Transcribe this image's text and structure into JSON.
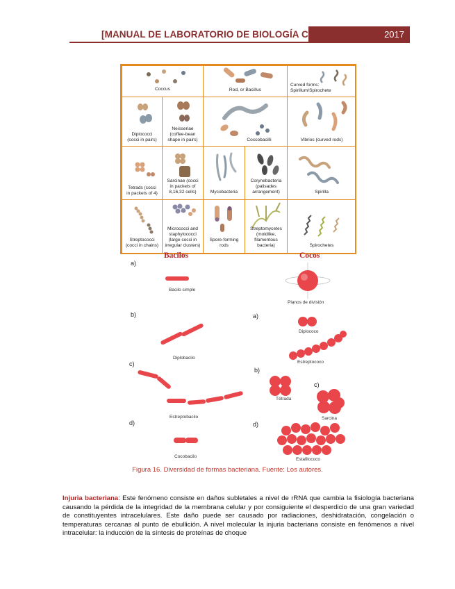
{
  "header": {
    "title": "[MANUAL DE LABORATORIO DE BIOLOGÍA CELULAR]",
    "year": "2017"
  },
  "grid": {
    "coccus": "Coccus",
    "rod": "Rod, or Bacillus",
    "curved_1": "Curved forms:",
    "curved_2": "Spirillum/Spirochete",
    "diplococci_1": "Diplococci",
    "diplococci_2": "(cocci in pairs)",
    "neisseriae_1": "Neisseriae",
    "neisseriae_2": "(coffee-bean",
    "neisseriae_3": "shape in pairs)",
    "coccobacilli": "Coccobacilli",
    "vibrios": "Vibrios (curved rods)",
    "tetrads_1": "Tetrads (cocci",
    "tetrads_2": "in packets of 4)",
    "sarcinae_1": "Sarcinae (cocci",
    "sarcinae_2": "in packets of",
    "sarcinae_3": "8,16,32 cells)",
    "mycobacteria": "Mycobacteria",
    "coryne_1": "Corynebacteria",
    "coryne_2": "(palisades",
    "coryne_3": "arrangement)",
    "spirilla": "Spirilla",
    "strepto_1": "Streptococci",
    "strepto_2": "(cocci in chains)",
    "micro_1": "Micrococci and",
    "micro_2": "staphylococci",
    "micro_3": "(large cocci in",
    "micro_4": "irregular clusters)",
    "spore_1": "Spore-forming",
    "spore_2": "rods",
    "streptomyces_1": "Streptomycetes",
    "streptomyces_2": "(moldlike,",
    "streptomyces_3": "filamentous",
    "streptomyces_4": "bacteria)",
    "spirochetes": "Spirochetes"
  },
  "bacilos": {
    "title": "Bacilos",
    "a": "a)",
    "a_name": "Bacilo simple",
    "b": "b)",
    "b_name": "Diplobacilo",
    "c": "c)",
    "c_name": "Estreptobacilo",
    "d": "d)",
    "d_name": "Cocobacilo"
  },
  "cocos": {
    "title": "Cocos",
    "plane_name": "Planos de división",
    "a": "a)",
    "a1_name": "Diplococo",
    "a2_name": "Estreptococo",
    "b": "b)",
    "b_name": "Tétrada",
    "c": "c)",
    "c_name": "Sarcina",
    "d": "d)",
    "d_name": "Estafilococo"
  },
  "caption": "Figura 16. Diversidad de formas bacteriana. Fuente: Los autores.",
  "paragraph": {
    "keyword": "Injuria bacteriana",
    "text": ": Este fenómeno consiste en daños subletales a nivel de rRNA que cambia la fisiología bacteriana causando la pérdida de la integridad de la membrana celular y por consiguiente el desperdicio de una gran variedad de constituyentes intracelulares. Este daño puede ser causado por radiaciones, deshidratación, congelación o temperaturas cercanas al punto de ebullición. A nivel molecular la injuria bacteriana consiste en fenómenos a nivel intracelular: la inducción de la síntesis de proteínas de choque"
  },
  "colors": {
    "header": "#8b2e2e",
    "grid_border": "#e38a23",
    "red_text": "#b22222",
    "cell_red": "#e8464a"
  }
}
